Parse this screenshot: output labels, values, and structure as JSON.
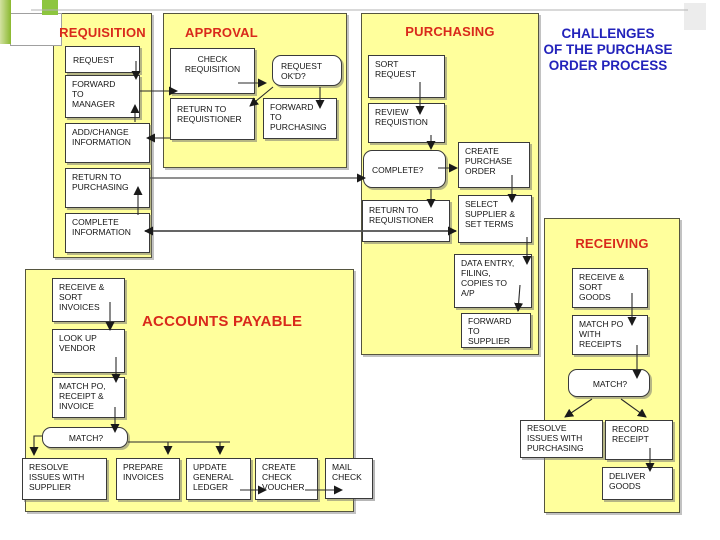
{
  "slide": {
    "title": {
      "line1": "CHALLENGES",
      "line2": "OF THE PURCHASE",
      "line3": "ORDER PROCESS"
    }
  },
  "colors": {
    "panel_yellow": "#ffff9c",
    "section_title_red": "#d9291b",
    "main_title_blue": "#2323bb",
    "decor_green": "#8dc63f",
    "decor_gray_block": "#ececec"
  },
  "sections": {
    "requisition": {
      "title": "REQUISITION",
      "nodes": {
        "request": "REQUEST",
        "forward_to_manager": "FORWARD TO MANAGER",
        "add_change_information": "ADD/CHANGE INFORMATION",
        "return_to_purchasing": "RETURN TO PURCHASING",
        "complete_information": "COMPLETE INFORMATION"
      }
    },
    "approval": {
      "title": "APPROVAL",
      "nodes": {
        "check_requisition": "CHECK REQUISITION",
        "request_okd": "REQUEST OK'D?",
        "return_to_requistioner": "RETURN TO REQUISTIONER",
        "forward_to_purchasing": "FORWARD TO PURCHASING"
      }
    },
    "purchasing": {
      "title": "PURCHASING",
      "nodes": {
        "sort_request": "SORT REQUEST",
        "review_requistion": "REVIEW REQUISTION",
        "complete": "COMPLETE?",
        "create_purchase_order": "CREATE PURCHASE ORDER",
        "return_to_requistioner": "RETURN TO REQUISTIONER",
        "select_supplier_set_terms": "SELECT SUPPLIER & SET TERMS",
        "data_entry_filing_copies": "DATA ENTRY, FILING, COPIES TO A/P",
        "forward_to_supplier": "FORWARD TO SUPPLIER"
      }
    },
    "receiving": {
      "title": "RECEIVING",
      "nodes": {
        "receive_sort_goods": "RECEIVE & SORT GOODS",
        "match_po_with_receipts": "MATCH PO WITH RECEIPTS",
        "match": "MATCH?",
        "resolve_issues_with_purchasing": "RESOLVE ISSUES WITH PURCHASING",
        "record_receipt": "RECORD RECEIPT",
        "deliver_goods": "DELIVER GOODS"
      }
    },
    "accounts_payable": {
      "title": "ACCOUNTS PAYABLE",
      "nodes": {
        "receive_sort_invoices": "RECEIVE & SORT INVOICES",
        "look_up_vendor": "LOOK UP VENDOR",
        "match_po_receipt_invoice": "MATCH PO, RECEIPT & INVOICE",
        "match": "MATCH?",
        "resolve_issues_with_supplier": "RESOLVE ISSUES WITH SUPPLIER",
        "prepare_invoices": "PREPARE INVOICES",
        "update_general_ledger": "UPDATE GENERAL LEDGER",
        "create_check_voucher": "CREATE CHECK VOUCHER",
        "mail_check": "MAIL CHECK"
      }
    }
  }
}
